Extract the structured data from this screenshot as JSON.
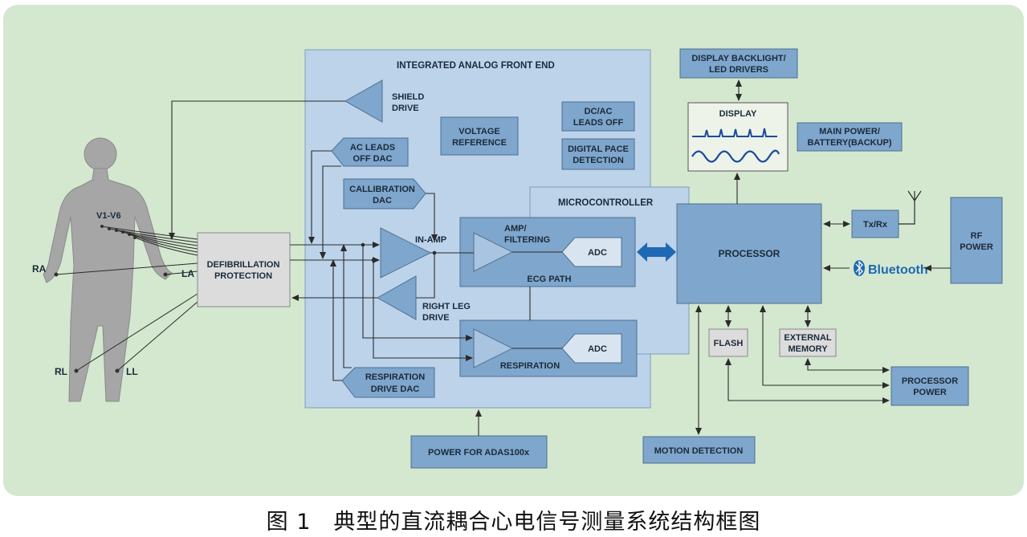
{
  "labels": {
    "afe_title": "INTEGRATED ANALOG FRONT END",
    "shield_1": "SHIELD",
    "shield_2": "DRIVE",
    "voltage_1": "VOLTAGE",
    "voltage_2": "REFERENCE",
    "dcac_1": "DC/AC",
    "dcac_2": "LEADS OFF",
    "pace_1": "DIGITAL PACE",
    "pace_2": "DETECTION",
    "acleads_1": "AC LEADS",
    "acleads_2": "OFF DAC",
    "calib_1": "CALLIBRATION",
    "calib_2": "DAC",
    "inamp": "IN-AMP",
    "amp_1": "AMP/",
    "amp_2": "FILTERING",
    "adc": "ADC",
    "ecg_path": "ECG PATH",
    "rightleg_1": "RIGHT LEG",
    "rightleg_2": "DRIVE",
    "respiration": "RESPIRATION",
    "respdac_1": "RESPIRATION",
    "respdac_2": "DRIVE DAC",
    "microcontroller": "MICROCONTROLLER",
    "defib_1": "DEFIBRILLATION",
    "defib_2": "PROTECTION",
    "processor": "PROCESSOR",
    "display": "DISPLAY",
    "backlight_1": "DISPLAY BACKLIGHT/",
    "backlight_2": "LED DRIVERS",
    "mainpower_1": "MAIN POWER/",
    "mainpower_2": "BATTERY(BACKUP)",
    "txrx": "Tx/Rx",
    "rf_1": "RF",
    "rf_2": "POWER",
    "bluetooth": "Bluetooth",
    "flash": "FLASH",
    "extmem_1": "EXTERNAL",
    "extmem_2": "MEMORY",
    "procpower_1": "PROCESSOR",
    "procpower_2": "POWER",
    "motion": "MOTION DETECTION",
    "power_adas": "POWER FOR ADAS100x",
    "v1v6": "V1-V6",
    "ra": "RA",
    "la": "LA",
    "rl": "RL",
    "ll": "LL"
  },
  "caption": "图 1　典型的直流耦合心电信号测量系统结构框图",
  "colors": {
    "background_panel": "#d3e8cf",
    "afe_fill": "#bcd3ea",
    "block_fill": "#7fa6cc",
    "block_dark": "#6f97c2",
    "grey_fill": "#dcdcdc",
    "line": "#2b2b2b",
    "bus_arrow": "#1f68b3",
    "wave": "#1a4c99"
  }
}
